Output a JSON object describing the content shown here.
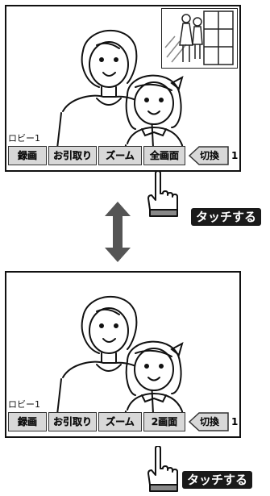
{
  "panel_top": {
    "location_label": "ロビー1",
    "buttons": [
      "録画",
      "お引取り",
      "ズーム",
      "全画面"
    ],
    "switch_label": "切換",
    "switch_number": "1"
  },
  "panel_bottom": {
    "location_label": "ロビー1",
    "buttons": [
      "録画",
      "お引取り",
      "ズーム",
      "2画面"
    ],
    "switch_label": "切換",
    "switch_number": "1"
  },
  "callout_top": "タッチする",
  "callout_bottom": "タッチする",
  "colors": {
    "button_bg": "#d8d8d8",
    "badge_bg": "#1a1a1a",
    "arrow": "#555555"
  }
}
